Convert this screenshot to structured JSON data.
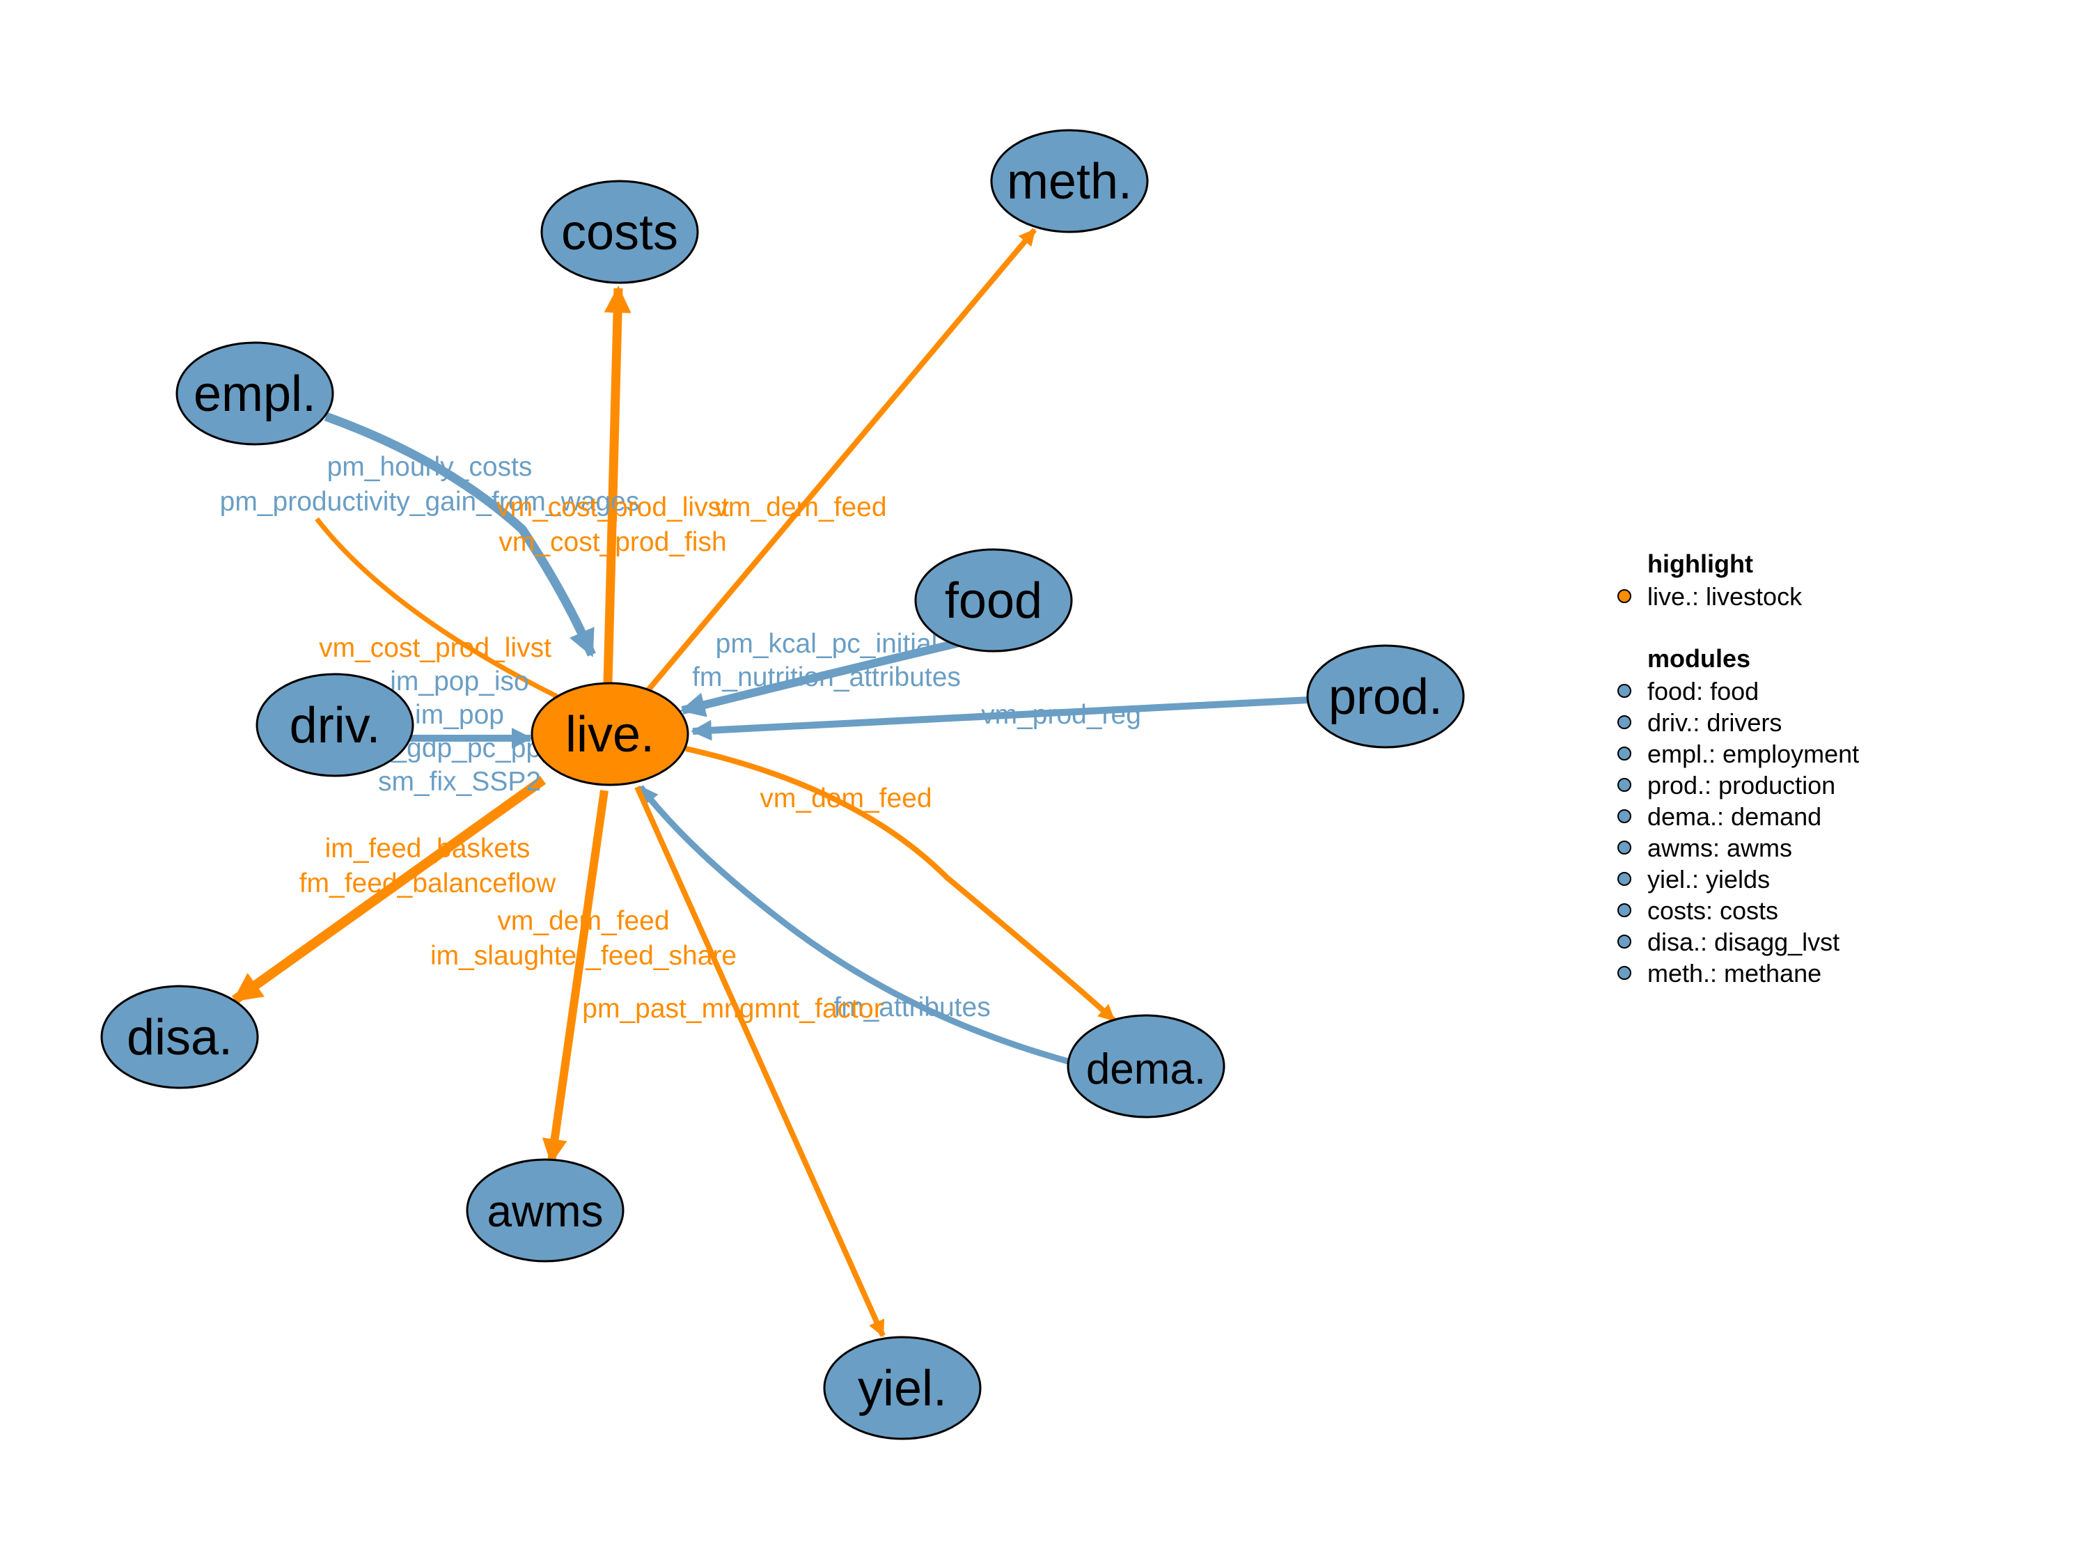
{
  "colors": {
    "module_fill": "#6a9ec4",
    "highlight_fill": "#ff8c00",
    "edge_in": "#6a9ec4",
    "edge_out": "#ff8c00",
    "node_border": "#000000"
  },
  "nodes": {
    "live": "live.",
    "costs": "costs",
    "meth": "meth.",
    "empl": "empl.",
    "food": "food",
    "prod": "prod.",
    "driv": "driv.",
    "disa": "disa.",
    "dema": "dema.",
    "awms": "awms",
    "yiel": "yiel."
  },
  "edges": {
    "empl_live": [
      "pm_hourly_costs",
      "pm_productivity_gain_from_wages"
    ],
    "live_costs": [
      "vm_cost_prod_livst",
      "vm_cost_prod_fish"
    ],
    "live_meth": [
      "vm_dem_feed"
    ],
    "live_empl": [
      "vm_cost_prod_livst"
    ],
    "driv_live": [
      "im_pop_iso",
      "im_pop",
      "im_gdp_pc_ppp",
      "sm_fix_SSP2"
    ],
    "food_live": [
      "pm_kcal_pc_initial",
      "fm_nutrition_attributes"
    ],
    "prod_live": [
      "vm_prod_reg"
    ],
    "live_dema": [
      "vm_dem_feed"
    ],
    "live_disa": [
      "im_feed_baskets",
      "fm_feed_balanceflow"
    ],
    "live_awms": [
      "vm_dem_feed",
      "im_slaughter_feed_share"
    ],
    "live_yiel": [
      "pm_past_mngmnt_factor"
    ],
    "dema_live": [
      "fm_attributes"
    ]
  },
  "legend": {
    "highlight_title": "highlight",
    "highlight_items": [
      "live.: livestock"
    ],
    "modules_title": "modules",
    "module_items": [
      "food: food",
      "driv.: drivers",
      "empl.: employment",
      "prod.: production",
      "dema.: demand",
      "awms: awms",
      "yiel.: yields",
      "costs: costs",
      "disa.: disagg_lvst",
      "meth.: methane"
    ]
  }
}
